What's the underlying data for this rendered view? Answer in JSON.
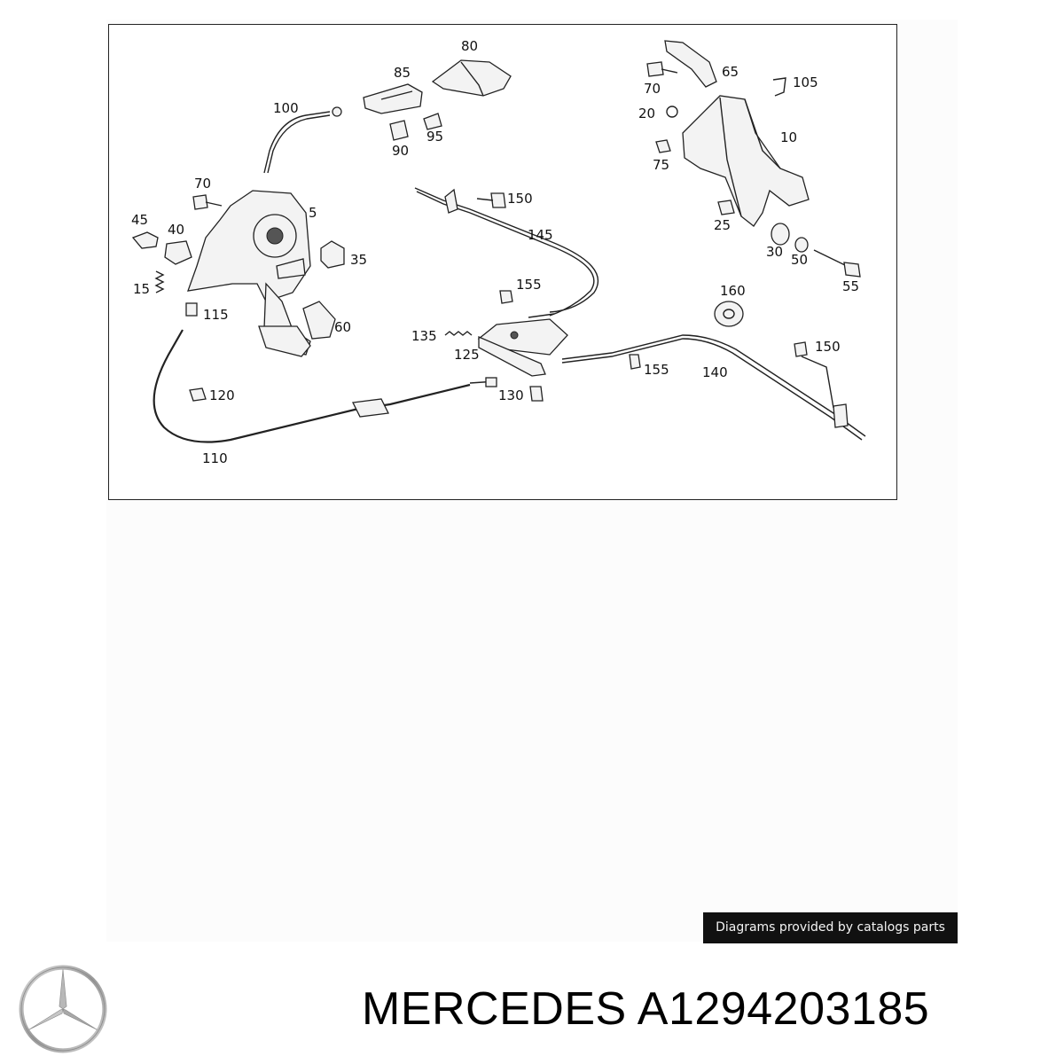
{
  "diagram": {
    "labels": [
      {
        "id": "p80",
        "text": "80"
      },
      {
        "id": "p85",
        "text": "85"
      },
      {
        "id": "p100",
        "text": "100"
      },
      {
        "id": "p95",
        "text": "95"
      },
      {
        "id": "p90",
        "text": "90"
      },
      {
        "id": "p70a",
        "text": "70"
      },
      {
        "id": "p5",
        "text": "5"
      },
      {
        "id": "p45",
        "text": "45"
      },
      {
        "id": "p40",
        "text": "40"
      },
      {
        "id": "p35",
        "text": "35"
      },
      {
        "id": "p15",
        "text": "15"
      },
      {
        "id": "p115",
        "text": "115"
      },
      {
        "id": "p60",
        "text": "60"
      },
      {
        "id": "p120",
        "text": "120"
      },
      {
        "id": "p110",
        "text": "110"
      },
      {
        "id": "p65",
        "text": "65"
      },
      {
        "id": "p70b",
        "text": "70"
      },
      {
        "id": "p105",
        "text": "105"
      },
      {
        "id": "p20",
        "text": "20"
      },
      {
        "id": "p10",
        "text": "10"
      },
      {
        "id": "p75",
        "text": "75"
      },
      {
        "id": "p150a",
        "text": "150"
      },
      {
        "id": "p145",
        "text": "145"
      },
      {
        "id": "p25",
        "text": "25"
      },
      {
        "id": "p30",
        "text": "30"
      },
      {
        "id": "p50",
        "text": "50"
      },
      {
        "id": "p55",
        "text": "55"
      },
      {
        "id": "p155a",
        "text": "155"
      },
      {
        "id": "p160",
        "text": "160"
      },
      {
        "id": "p135",
        "text": "135"
      },
      {
        "id": "p125",
        "text": "125"
      },
      {
        "id": "p150b",
        "text": "150"
      },
      {
        "id": "p155b",
        "text": "155"
      },
      {
        "id": "p140",
        "text": "140"
      },
      {
        "id": "p130",
        "text": "130"
      }
    ]
  },
  "credit": "Diagrams provided by catalogs parts",
  "title": "MERCEDES A1294203185",
  "logo_icon": "mercedes-star-icon"
}
